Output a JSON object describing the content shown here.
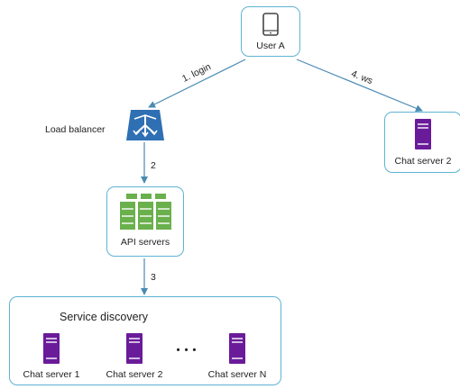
{
  "nodes": {
    "user_a": {
      "label": "User A",
      "icon": "phone-icon"
    },
    "load_balancer": {
      "label": "Load balancer",
      "icon": "load-balancer-icon"
    },
    "api_servers": {
      "label": "API servers",
      "icon": "server-rack-icon"
    },
    "chat_server_2_top": {
      "label": "Chat server 2",
      "icon": "server-icon"
    },
    "service_discovery": {
      "title": "Service discovery",
      "servers": [
        {
          "label": "Chat server 1",
          "icon": "server-icon"
        },
        {
          "label": "Chat server 2",
          "icon": "server-icon"
        },
        {
          "label": "Chat server N",
          "icon": "server-icon"
        }
      ],
      "ellipsis": "• • •"
    }
  },
  "edges": [
    {
      "from": "user_a",
      "to": "load_balancer",
      "label": "1. login"
    },
    {
      "from": "load_balancer",
      "to": "api_servers",
      "label": "2"
    },
    {
      "from": "api_servers",
      "to": "service_discovery",
      "label": "3"
    },
    {
      "from": "user_a",
      "to": "chat_server_2_top",
      "label": "4. ws"
    }
  ],
  "colors": {
    "box_border": "#5fb3d3",
    "arrow": "#4a8ab3",
    "load_balancer": "#2f6fb3",
    "api_servers": "#6ab04c",
    "chat_server": "#6a1b9a"
  }
}
